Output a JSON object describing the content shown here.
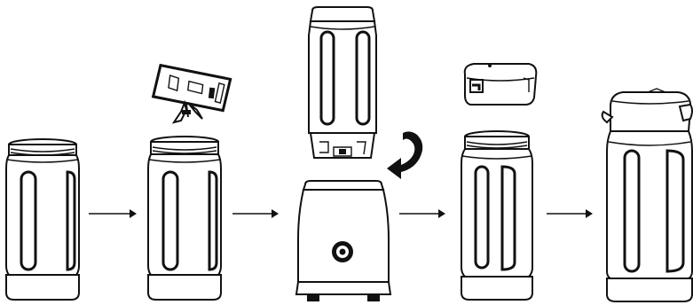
{
  "figure": {
    "type": "assembly-sequence",
    "steps": [
      {
        "name": "empty-cup",
        "icon": "open-cup-icon"
      },
      {
        "name": "cup-with-blade",
        "icon": "blade-assembly-icon"
      },
      {
        "name": "cup-on-motor-base",
        "icon": "motor-base-icon"
      },
      {
        "name": "cup-with-lid",
        "icon": "flip-lid-icon"
      },
      {
        "name": "closed-bottle",
        "icon": "closed-bottle-icon"
      }
    ],
    "arrows": [
      "arrow-right-icon",
      "arrow-right-icon",
      "arrow-right-icon",
      "arrow-right-icon"
    ],
    "rotation_indicator": "curved-arrow-icon"
  },
  "colors": {
    "ink": "#111111",
    "background": "#ffffff"
  }
}
